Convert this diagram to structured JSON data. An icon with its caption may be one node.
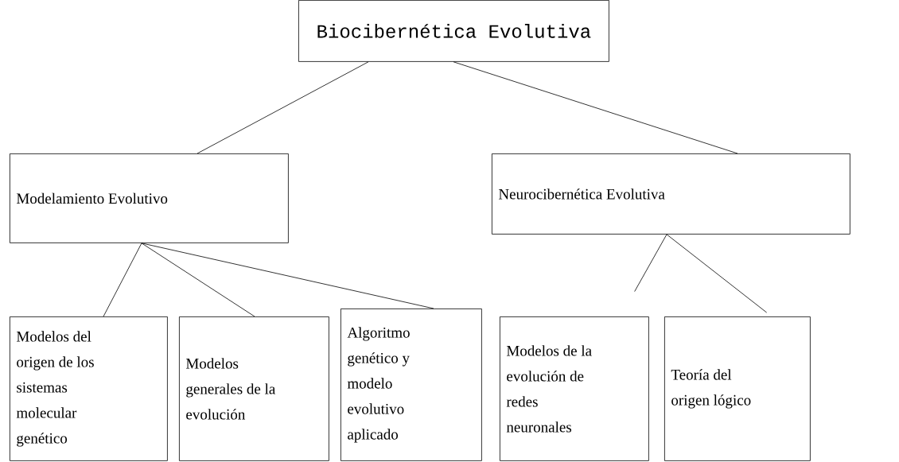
{
  "diagram": {
    "nodes": [
      {
        "text": [
          "Biocibernética Evolutiva"
        ]
      },
      {
        "text": [
          "Modelamiento Evolutivo"
        ]
      },
      {
        "text": [
          "Neurocibernética Evolutiva"
        ]
      },
      {
        "text": [
          "Modelos del origen de los sistemas molecular genético"
        ]
      },
      {
        "text": [
          "Modelos generales de la evolución"
        ]
      },
      {
        "text": [
          "Algoritmo genético y modelo evolutivo aplicado"
        ]
      },
      {
        "text": [
          "Modelos de la evolución de redes neuronales"
        ]
      },
      {
        "text": [
          "Teoría del origen lógico"
        ]
      }
    ],
    "edges": [
      {
        "from": 0,
        "to": 1,
        "arrow": "none"
      },
      {
        "from": 0,
        "to": 2,
        "arrow": "none"
      },
      {
        "from": 1,
        "to": 3,
        "arrow": "none"
      },
      {
        "from": 1,
        "to": 4,
        "arrow": "none"
      },
      {
        "from": 1,
        "to": 5,
        "arrow": "none"
      },
      {
        "from": 2,
        "to": 6,
        "arrow": "none"
      },
      {
        "from": 2,
        "to": 7,
        "arrow": "none"
      }
    ]
  }
}
